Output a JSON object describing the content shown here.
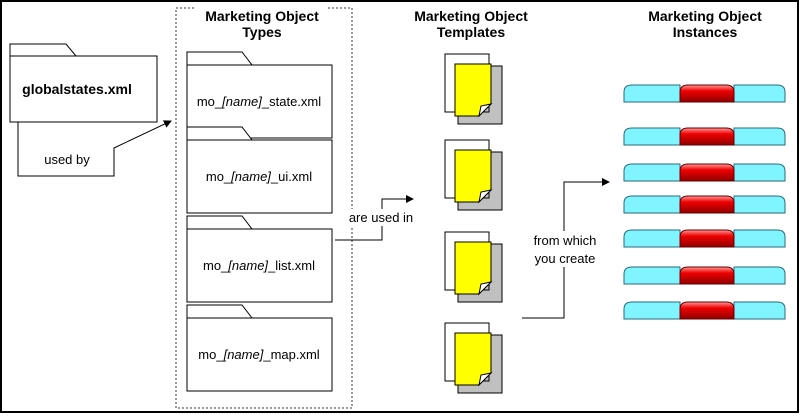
{
  "headers": {
    "types": [
      "Marketing Object",
      "Types"
    ],
    "templates": [
      "Marketing Object",
      "Templates"
    ],
    "instances": [
      "Marketing Object",
      "Instances"
    ]
  },
  "globalstates_file": "globalstates.xml",
  "type_files": [
    {
      "prefix": "mo_",
      "name": "[name]",
      "suffix": "_state.xml"
    },
    {
      "prefix": "mo_",
      "name": "[name]",
      "suffix": "_ui.xml"
    },
    {
      "prefix": "mo_",
      "name": "[name]",
      "suffix": "_list.xml"
    },
    {
      "prefix": "mo_",
      "name": "[name]",
      "suffix": "_map.xml"
    }
  ],
  "arrow_labels": {
    "used_by": "used by",
    "are_used_in": "are used in",
    "from_which": [
      "from which",
      "you create"
    ]
  },
  "template_count": 4,
  "instance_count": 7,
  "colors": {
    "page_yellow": "#ffff00",
    "page_shadow": "#c0c0c0",
    "instance_side": "#80f4ff",
    "instance_center": "#e00000"
  }
}
